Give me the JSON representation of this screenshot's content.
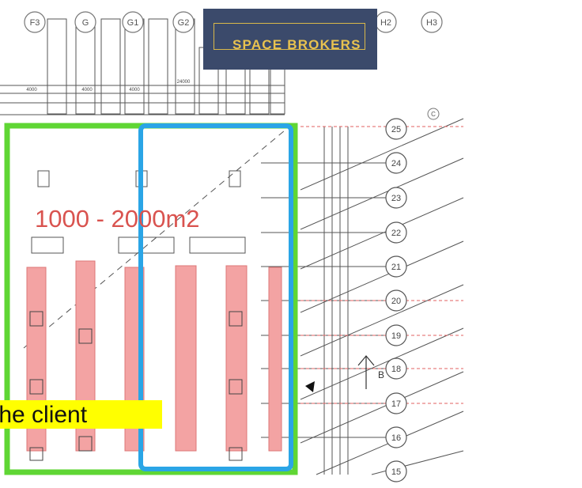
{
  "logo": {
    "text": "SPACE BROKERS"
  },
  "plan": {
    "column_labels": [
      "F3",
      "G",
      "G1",
      "G2",
      "H2",
      "H3"
    ],
    "row_labels": [
      "25",
      "24",
      "23",
      "22",
      "21",
      "20",
      "19",
      "18",
      "17",
      "16",
      "15"
    ],
    "area_label": "1000 - 2000m2",
    "client_banner": "the client",
    "dimension_top": "24000",
    "dimension_segment": "4000",
    "section_marker": "B",
    "grid_ref": "C"
  },
  "colors": {
    "green_outline": "#5fd634",
    "blue_outline": "#2aa5e6",
    "racking_fill": "#f3a3a3",
    "area_text": "#d9534f",
    "banner": "#ffff00"
  }
}
